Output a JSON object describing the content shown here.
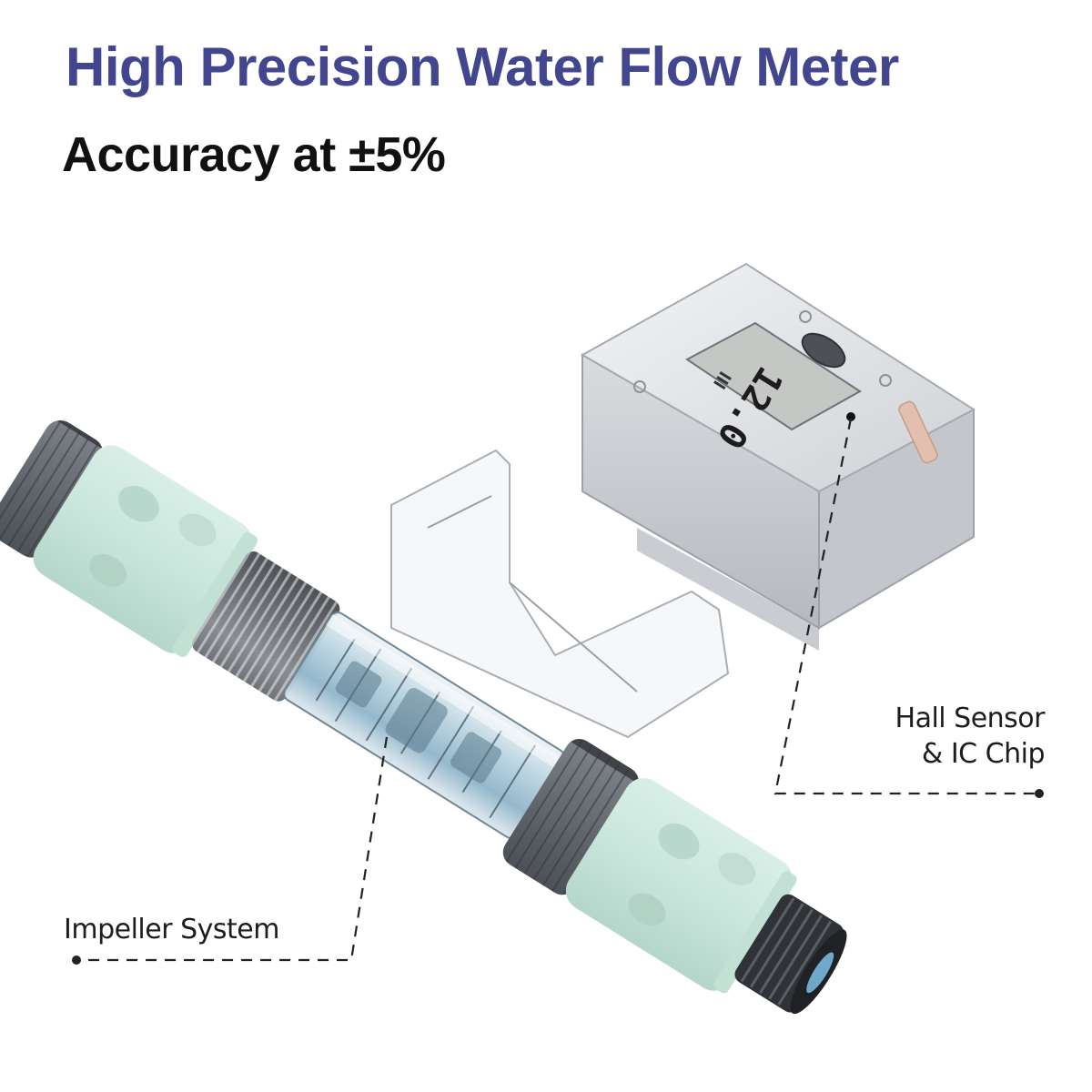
{
  "header": {
    "title": "High Precision Water Flow Meter",
    "subtitle": "Accuracy at ±5%"
  },
  "product": {
    "display_reading": "12.0",
    "display_unit_glyph": "lcd-unit-icon",
    "parts": [
      {
        "id": "left-coupler",
        "color": "#cde8de"
      },
      {
        "id": "clear-impeller-body",
        "color": "#bfd8e4"
      },
      {
        "id": "right-coupler",
        "color": "#cde8de"
      },
      {
        "id": "end-caps",
        "color": "#5d6268"
      },
      {
        "id": "sensor-housing",
        "color": "#d9dbde"
      }
    ]
  },
  "callouts": [
    {
      "id": "hall-sensor",
      "lines": [
        "Hall Sensor",
        "& IC Chip"
      ]
    },
    {
      "id": "impeller",
      "lines": [
        "Impeller System"
      ]
    }
  ],
  "colors": {
    "title": "#41468f",
    "subtitle": "#111111",
    "mint": "#cde8de",
    "cap_gray": "#5d6268",
    "leader": "#222222"
  }
}
